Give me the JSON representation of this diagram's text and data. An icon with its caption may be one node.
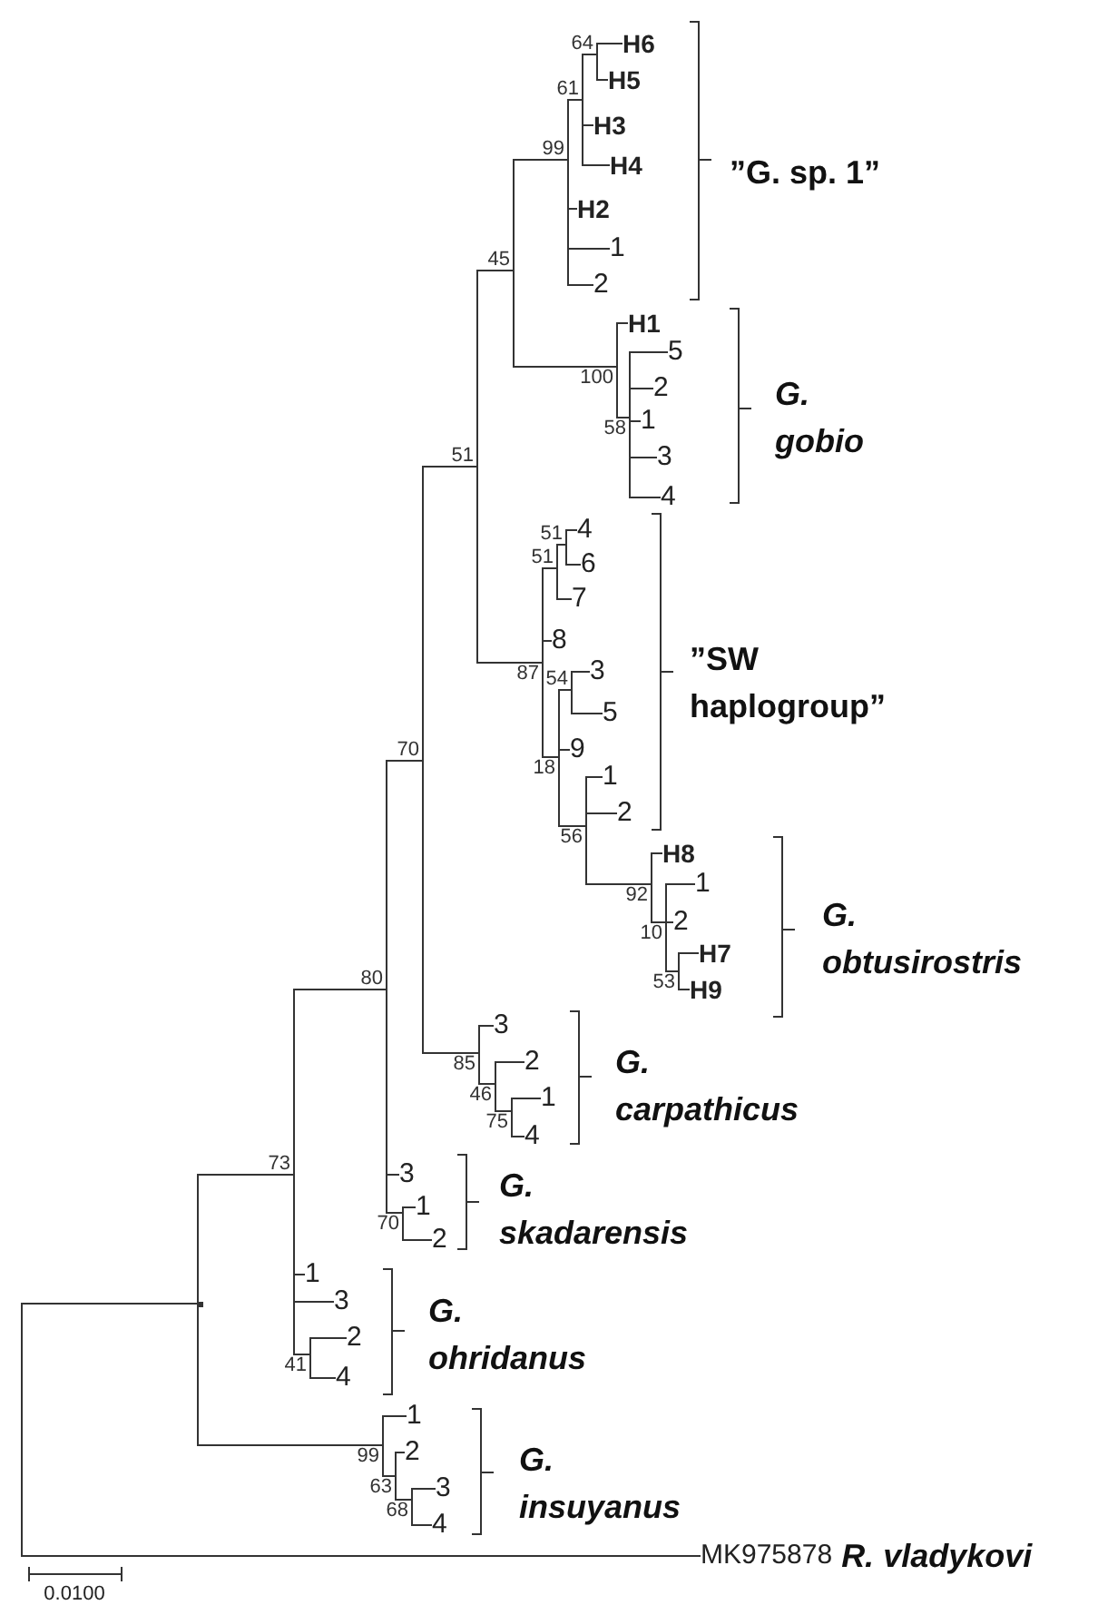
{
  "diagram": {
    "nodes": [
      {
        "text": [
          "64"
        ]
      },
      {
        "text": [
          "H6"
        ]
      },
      {
        "text": [
          "H5"
        ]
      },
      {
        "text": [
          "61"
        ]
      },
      {
        "text": [
          "H3"
        ]
      },
      {
        "text": [
          "99"
        ]
      },
      {
        "text": [
          "H4"
        ]
      },
      {
        "text": [
          "H2"
        ]
      },
      {
        "text": [
          "1"
        ]
      },
      {
        "text": [
          "2"
        ]
      },
      {
        "text": [
          "45"
        ]
      },
      {
        "text": [
          "H1"
        ]
      },
      {
        "text": [
          "5"
        ]
      },
      {
        "text": [
          "100"
        ]
      },
      {
        "text": [
          "2"
        ]
      },
      {
        "text": [
          "58"
        ]
      },
      {
        "text": [
          "1"
        ]
      },
      {
        "text": [
          "3"
        ]
      },
      {
        "text": [
          "4"
        ]
      },
      {
        "text": [
          "51"
        ]
      },
      {
        "text": [
          "4"
        ]
      },
      {
        "text": [
          "51"
        ]
      },
      {
        "text": [
          "6"
        ]
      },
      {
        "text": [
          "51"
        ]
      },
      {
        "text": [
          "7"
        ]
      },
      {
        "text": [
          "8"
        ]
      },
      {
        "text": [
          "87"
        ]
      },
      {
        "text": [
          "54"
        ]
      },
      {
        "text": [
          "3"
        ]
      },
      {
        "text": [
          "70"
        ]
      },
      {
        "text": [
          "5"
        ]
      },
      {
        "text": [
          "9"
        ]
      },
      {
        "text": [
          "18"
        ]
      },
      {
        "text": [
          "1"
        ]
      },
      {
        "text": [
          "2"
        ]
      },
      {
        "text": [
          "56"
        ]
      },
      {
        "text": [
          "H8"
        ]
      },
      {
        "text": [
          "1"
        ]
      },
      {
        "text": [
          "92"
        ]
      },
      {
        "text": [
          "2"
        ]
      },
      {
        "text": [
          "10"
        ]
      },
      {
        "text": [
          "H7"
        ]
      },
      {
        "text": [
          "53"
        ]
      },
      {
        "text": [
          "H9"
        ]
      },
      {
        "text": [
          "80"
        ]
      },
      {
        "text": [
          "3"
        ]
      },
      {
        "text": [
          "85"
        ]
      },
      {
        "text": [
          "2"
        ]
      },
      {
        "text": [
          "46"
        ]
      },
      {
        "text": [
          "1"
        ]
      },
      {
        "text": [
          "75"
        ]
      },
      {
        "text": [
          "4"
        ]
      },
      {
        "text": [
          "3"
        ]
      },
      {
        "text": [
          "73"
        ]
      },
      {
        "text": [
          "1"
        ]
      },
      {
        "text": [
          "70"
        ]
      },
      {
        "text": [
          "2"
        ]
      },
      {
        "text": [],
        "shape": "point"
      },
      {
        "text": [
          "1"
        ]
      },
      {
        "text": [
          "3"
        ]
      },
      {
        "text": [
          "2"
        ]
      },
      {
        "text": [
          "41"
        ]
      },
      {
        "text": [
          "4"
        ]
      },
      {
        "text": [
          "1"
        ]
      },
      {
        "text": [
          "99"
        ]
      },
      {
        "text": [
          "2"
        ]
      },
      {
        "text": [
          "63"
        ]
      },
      {
        "text": [
          "3"
        ]
      },
      {
        "text": [
          "68"
        ]
      },
      {
        "text": [
          "4"
        ]
      },
      {
        "text": [
          "MK975878",
          "R. vladykovi"
        ]
      }
    ],
    "edges": [
      {
        "from": 0,
        "to": 1,
        "arrow": "none"
      },
      {
        "from": 0,
        "to": 2,
        "arrow": "none"
      },
      {
        "from": 3,
        "to": 0,
        "arrow": "none"
      },
      {
        "from": 3,
        "to": 4,
        "arrow": "none"
      },
      {
        "from": 3,
        "to": 6,
        "arrow": "none"
      },
      {
        "from": 5,
        "to": 3,
        "arrow": "none"
      },
      {
        "from": 5,
        "to": 7,
        "arrow": "none"
      },
      {
        "from": 5,
        "to": 8,
        "arrow": "none"
      },
      {
        "from": 5,
        "to": 9,
        "arrow": "none"
      },
      {
        "from": 10,
        "to": 5,
        "arrow": "none"
      },
      {
        "from": 10,
        "to": 13,
        "arrow": "none"
      },
      {
        "from": 13,
        "to": 11,
        "arrow": "none"
      },
      {
        "from": 13,
        "to": 15,
        "arrow": "none"
      },
      {
        "from": 15,
        "to": 12,
        "arrow": "none"
      },
      {
        "from": 15,
        "to": 14,
        "arrow": "none"
      },
      {
        "from": 15,
        "to": 16,
        "arrow": "none"
      },
      {
        "from": 15,
        "to": 17,
        "arrow": "none"
      },
      {
        "from": 15,
        "to": 18,
        "arrow": "none"
      },
      {
        "from": 19,
        "to": 10,
        "arrow": "none"
      },
      {
        "from": 19,
        "to": 26,
        "arrow": "none"
      },
      {
        "from": 21,
        "to": 20,
        "arrow": "none"
      },
      {
        "from": 21,
        "to": 22,
        "arrow": "none"
      },
      {
        "from": 23,
        "to": 21,
        "arrow": "none"
      },
      {
        "from": 23,
        "to": 24,
        "arrow": "none"
      },
      {
        "from": 26,
        "to": 23,
        "arrow": "none"
      },
      {
        "from": 26,
        "to": 25,
        "arrow": "none"
      },
      {
        "from": 26,
        "to": 32,
        "arrow": "none"
      },
      {
        "from": 27,
        "to": 28,
        "arrow": "none"
      },
      {
        "from": 27,
        "to": 30,
        "arrow": "none"
      },
      {
        "from": 32,
        "to": 27,
        "arrow": "none"
      },
      {
        "from": 32,
        "to": 31,
        "arrow": "none"
      },
      {
        "from": 32,
        "to": 35,
        "arrow": "none"
      },
      {
        "from": 35,
        "to": 33,
        "arrow": "none"
      },
      {
        "from": 35,
        "to": 34,
        "arrow": "none"
      },
      {
        "from": 35,
        "to": 38,
        "arrow": "none"
      },
      {
        "from": 38,
        "to": 36,
        "arrow": "none"
      },
      {
        "from": 38,
        "to": 40,
        "arrow": "none"
      },
      {
        "from": 40,
        "to": 37,
        "arrow": "none"
      },
      {
        "from": 40,
        "to": 39,
        "arrow": "none"
      },
      {
        "from": 40,
        "to": 42,
        "arrow": "none"
      },
      {
        "from": 42,
        "to": 41,
        "arrow": "none"
      },
      {
        "from": 42,
        "to": 43,
        "arrow": "none"
      },
      {
        "from": 29,
        "to": 19,
        "arrow": "none"
      },
      {
        "from": 29,
        "to": 46,
        "arrow": "none"
      },
      {
        "from": 44,
        "to": 29,
        "arrow": "none"
      },
      {
        "from": 44,
        "to": 52,
        "arrow": "none"
      },
      {
        "from": 44,
        "to": 55,
        "arrow": "none"
      },
      {
        "from": 46,
        "to": 45,
        "arrow": "none"
      },
      {
        "from": 46,
        "to": 48,
        "arrow": "none"
      },
      {
        "from": 48,
        "to": 47,
        "arrow": "none"
      },
      {
        "from": 48,
        "to": 50,
        "arrow": "none"
      },
      {
        "from": 50,
        "to": 49,
        "arrow": "none"
      },
      {
        "from": 50,
        "to": 51,
        "arrow": "none"
      },
      {
        "from": 55,
        "to": 54,
        "arrow": "none"
      },
      {
        "from": 55,
        "to": 56,
        "arrow": "none"
      },
      {
        "from": 53,
        "to": 44,
        "arrow": "none"
      },
      {
        "from": 53,
        "to": 58,
        "arrow": "none"
      },
      {
        "from": 53,
        "to": 59,
        "arrow": "none"
      },
      {
        "from": 53,
        "to": 61,
        "arrow": "none"
      },
      {
        "from": 61,
        "to": 60,
        "arrow": "none"
      },
      {
        "from": 61,
        "to": 62,
        "arrow": "none"
      },
      {
        "from": 57,
        "to": 53,
        "arrow": "none"
      },
      {
        "from": 57,
        "to": 64,
        "arrow": "none"
      },
      {
        "from": 57,
        "to": 70,
        "arrow": "none"
      },
      {
        "from": 64,
        "to": 63,
        "arrow": "none"
      },
      {
        "from": 64,
        "to": 66,
        "arrow": "none"
      },
      {
        "from": 66,
        "to": 65,
        "arrow": "none"
      },
      {
        "from": 66,
        "to": 68,
        "arrow": "none"
      },
      {
        "from": 68,
        "to": 67,
        "arrow": "none"
      },
      {
        "from": 68,
        "to": 69,
        "arrow": "none"
      }
    ],
    "labels": [
      "”G. sp. 1”",
      "G. gobio",
      "”SW haplogroup”",
      "G. obtusirostris",
      "G. carpathicus",
      "G. skadarensis",
      "G. ohridanus",
      "G. insuyanus",
      "0.0100"
    ]
  }
}
